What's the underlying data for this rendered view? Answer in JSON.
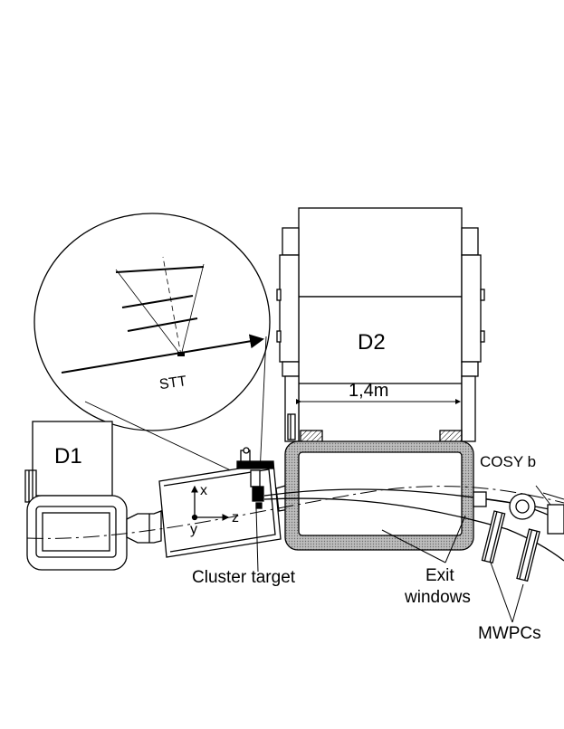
{
  "labels": {
    "stt": "STT",
    "d1": "D1",
    "d2": "D2",
    "dimension": "1,4m",
    "axis_x": "x",
    "axis_y": "y",
    "axis_z": "z",
    "cluster_target": "Cluster target",
    "exit": "Exit",
    "windows": "windows",
    "cosy": "COSY b",
    "mwpcs": "MWPCs"
  },
  "colors": {
    "line": "#000000",
    "hatch": "#9a9a9a",
    "background": "#ffffff"
  }
}
